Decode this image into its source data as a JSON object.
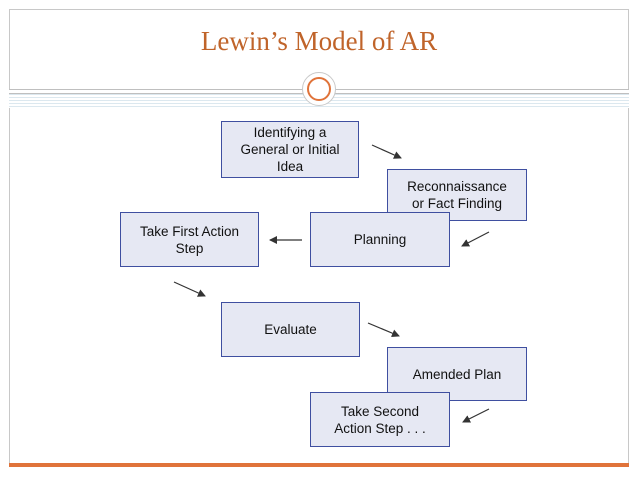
{
  "slide": {
    "title": "Lewin’s Model of AR"
  },
  "diagram": {
    "steps": {
      "identify": "Identifying a\nGeneral or Initial\nIdea",
      "recon": "Reconnaissance\nor Fact Finding",
      "planning": "Planning",
      "first_action": "Take First Action\nStep",
      "evaluate": "Evaluate",
      "amended": "Amended Plan",
      "second_action": "Take Second\nAction Step . . ."
    }
  },
  "colors": {
    "accent": "#e0733a",
    "title": "#c0642a",
    "box_fill": "#e6e8f3",
    "box_border": "#3f4fa0"
  }
}
